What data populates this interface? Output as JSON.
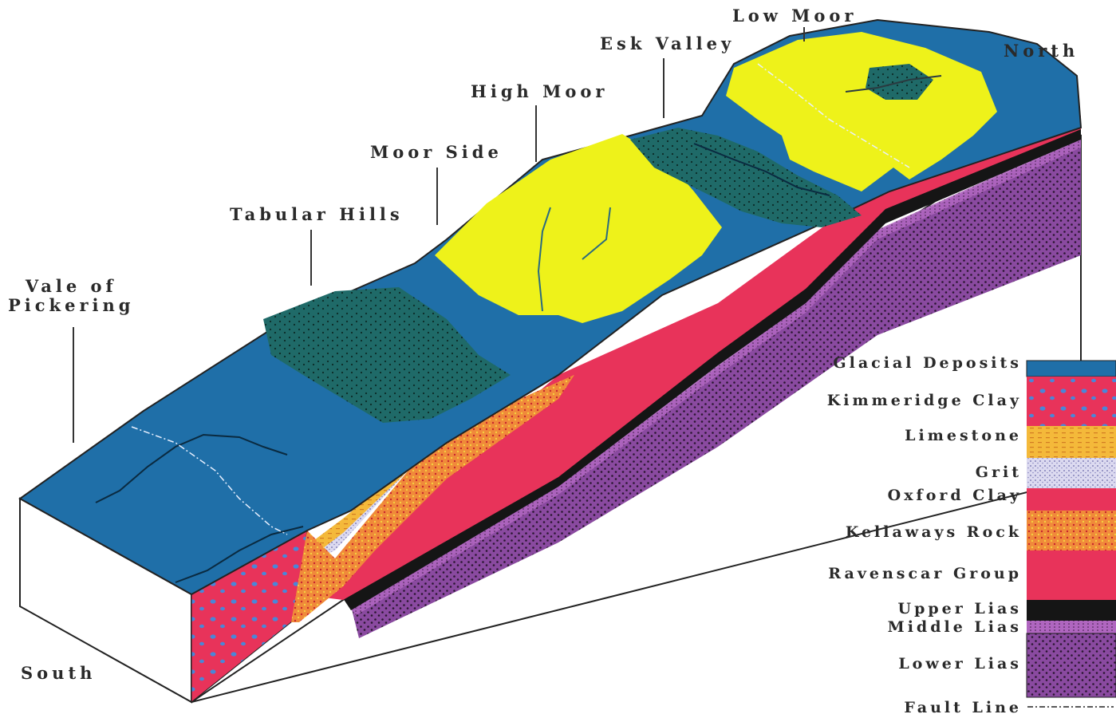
{
  "labels": {
    "low_moor": "Low Moor",
    "esk_valley": "Esk Valley",
    "north": "North",
    "high_moor": "High Moor",
    "moor_side": "Moor Side",
    "tabular_hills": "Tabular Hills",
    "vale_line1": "Vale of",
    "vale_line2": "Pickering",
    "south": "South"
  },
  "legend": [
    {
      "label": "Glacial Deposits",
      "color": "#1f6fa8"
    },
    {
      "label": "Kimmeridge Clay",
      "color": "#e8335a"
    },
    {
      "label": "Limestone",
      "color": "#f4b93a"
    },
    {
      "label": "Grit",
      "color": "#cfcde8"
    },
    {
      "label": "Oxford Clay",
      "color": "#e8335a"
    },
    {
      "label": "Kellaways Rock",
      "color": "#f08a3a"
    },
    {
      "label": "Ravenscar Group",
      "color": "#e8335a"
    },
    {
      "label": "Upper Lias",
      "color": "#151515"
    },
    {
      "label": "Middle Lias",
      "color": "#9a5ab0"
    },
    {
      "label": "Lower Lias",
      "color": "#8a4aa0"
    }
  ],
  "fault_line_label": "Fault Line",
  "colors": {
    "glacial": "#1f6fa8",
    "glacial_dark": "#1b5f88",
    "moor_green": "#1f6a68",
    "heather_yellow": "#eef21a",
    "red_clay": "#e8335a",
    "limestone": "#f4b93a",
    "grit": "#cfcde8",
    "kellaways": "#f08a3a",
    "black_lias": "#151515",
    "purple_lias": "#8a4aa0",
    "block_side": "#ffffff"
  }
}
